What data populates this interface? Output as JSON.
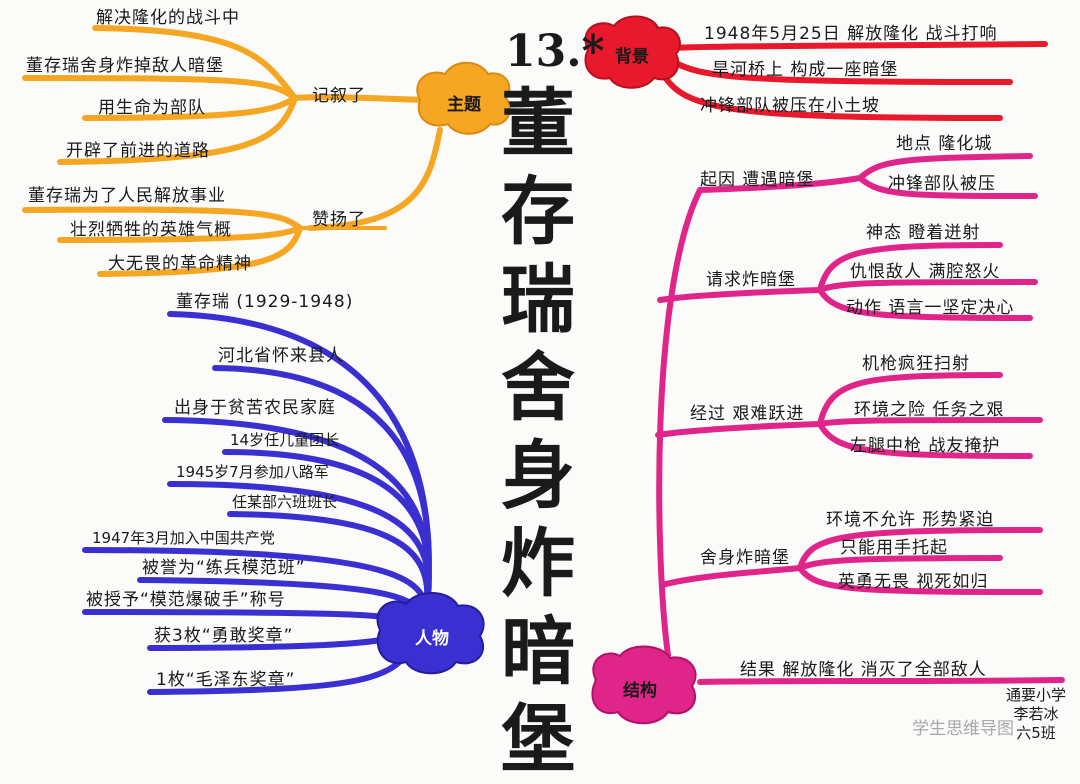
{
  "title": {
    "number": "13.*",
    "chars": [
      "董",
      "存",
      "瑞",
      "舍",
      "身",
      "炸",
      "暗",
      "堡"
    ]
  },
  "theme": {
    "label": "主题",
    "color": "#f5a623",
    "narrate": {
      "label": "记叙了",
      "items": [
        "解决隆化的战斗中",
        "董存瑞舍身炸掉敌人暗堡",
        "用生命为部队",
        "开辟了前进的道路"
      ]
    },
    "praise": {
      "label": "赞扬了",
      "items": [
        "董存瑞为了人民解放事业",
        "壮烈牺牲的英雄气概",
        "大无畏的革命精神"
      ]
    }
  },
  "background": {
    "label": "背景",
    "color": "#e8192c",
    "items": [
      "1948年5月25日 解放隆化 战斗打响",
      "旱河桥上 构成一座暗堡",
      "冲锋部队被压在小土坡"
    ]
  },
  "person": {
    "label": "人物",
    "color": "#3a2fd0",
    "items": [
      "董存瑞 (1929-1948)",
      "河北省怀来县人",
      "出身于贫苦农民家庭",
      "14岁任儿童团长",
      "1945岁7月参加八路军",
      "任某部六班班长",
      "1947年3月加入中国共产党",
      "被誉为“练兵模范班”",
      "被授予“模范爆破手”称号",
      "获3枚“勇敢奖章”",
      "1枚“毛泽东奖章”"
    ]
  },
  "structure": {
    "label": "结构",
    "color": "#e0258a",
    "cause": {
      "label": "起因 遭遇暗堡",
      "items": [
        "地点 隆化城",
        "冲锋部队被压"
      ]
    },
    "request": {
      "label": "请求炸暗堡",
      "items": [
        "神态 瞪着迸射",
        "仇恨敌人 满腔怒火",
        "动作 语言一坚定决心"
      ]
    },
    "process": {
      "label": "经过 艰难跃进",
      "items": [
        "机枪疯狂扫射",
        "环境之险 任务之艰",
        "左腿中枪 战友掩护"
      ]
    },
    "sacrifice": {
      "label": "舍身炸暗堡",
      "items": [
        "环境不允许 形势紧迫",
        "只能用手托起",
        "英勇无畏 视死如归"
      ]
    },
    "result": {
      "label": "结果 解放隆化 消灭了全部敌人"
    }
  },
  "signature": {
    "school": "通要小学",
    "name": "李若冰",
    "class": "六5班"
  },
  "watermark": "学生思维导图"
}
